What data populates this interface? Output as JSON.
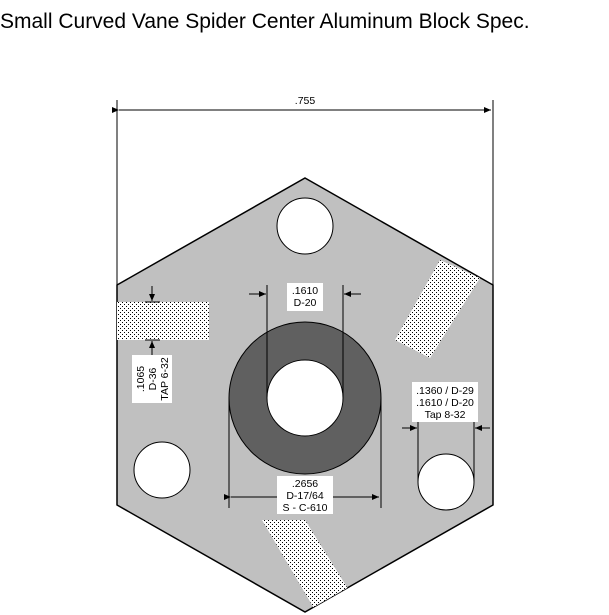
{
  "title": "Small Curved Vane Spider Center Aluminum Block Spec.",
  "dims": {
    "width": ".755",
    "top_bore": [
      ".1610",
      "D-20"
    ],
    "center_bore": [
      ".2656",
      "D-17/64",
      "S - C-610"
    ],
    "side_tap": [
      ".1065",
      "D-36",
      "TAP 6-32"
    ],
    "right_hole": [
      ".1360 / D-29",
      ".1610 / D-20",
      "Tap 8-32"
    ]
  },
  "colors": {
    "block": "#c0c0c0",
    "ring": "#606060",
    "outline": "#000000"
  }
}
